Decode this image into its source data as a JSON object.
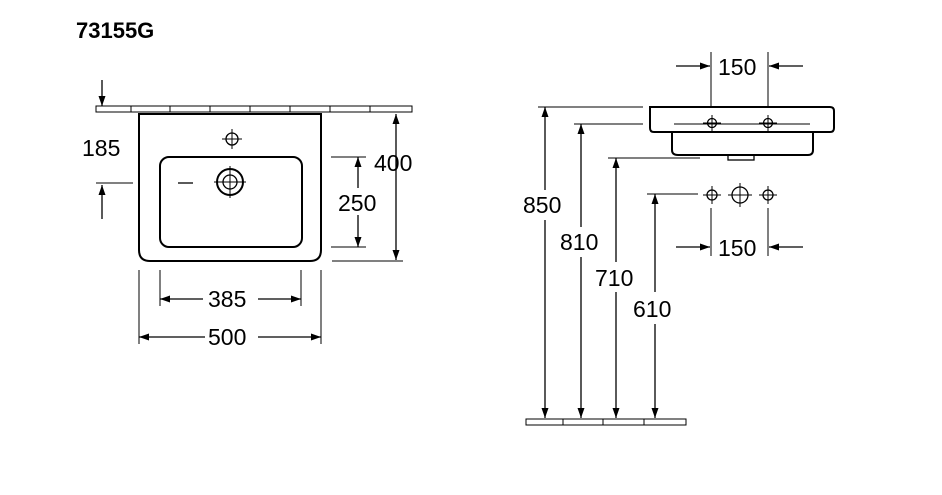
{
  "model": "73155G",
  "dimensions": {
    "front_offset": "185",
    "depth_total": "400",
    "bowl_depth": "250",
    "bowl_width": "385",
    "total_width": "500",
    "tap_spacing_top": "150",
    "tap_spacing_bottom": "150",
    "height_850": "850",
    "height_810": "810",
    "height_710": "710",
    "height_610": "610"
  },
  "icons": {
    "tap_hole": "crosshair-circle",
    "waste": "drain-circle"
  }
}
